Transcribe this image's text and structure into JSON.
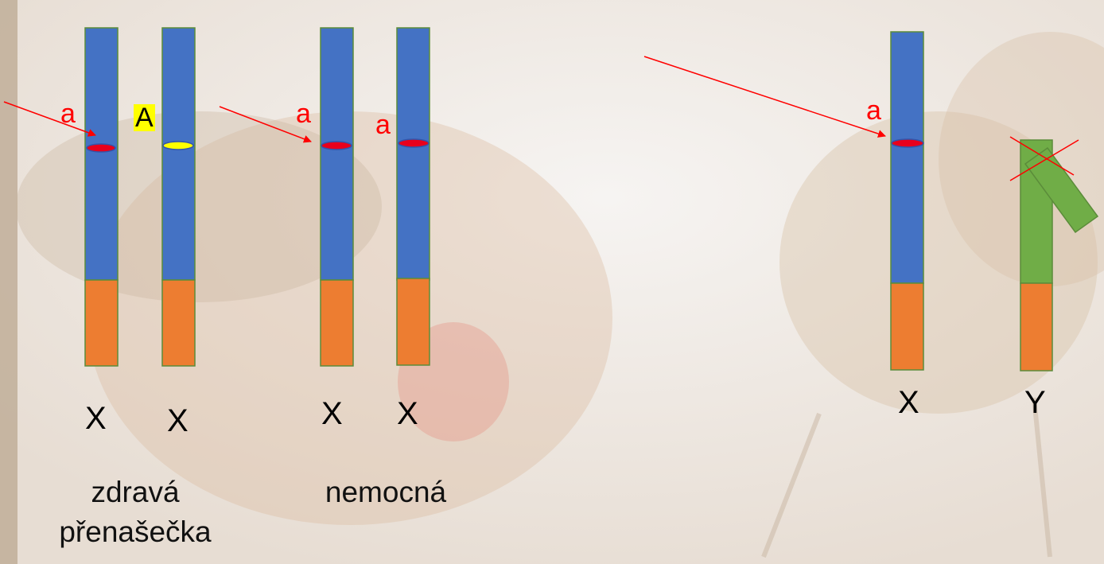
{
  "colors": {
    "chromosome_x_top": "#4472c4",
    "chromosome_bottom": "#ed7d31",
    "chromosome_y_top": "#70ad47",
    "recessive_allele": "#e8001c",
    "dominant_allele": "#ffff00",
    "arrow": "#ff0000"
  },
  "groups": [
    {
      "chromosomes": [
        {
          "label": "X",
          "allele": "a",
          "allele_type": "recessive"
        },
        {
          "label": "X",
          "allele": "A",
          "allele_type": "dominant"
        }
      ],
      "caption_line1": "zdravá",
      "caption_line2": "přenašečka"
    },
    {
      "chromosomes": [
        {
          "label": "X",
          "allele": "a",
          "allele_type": "recessive"
        },
        {
          "label": "X",
          "allele": "a",
          "allele_type": "recessive"
        }
      ],
      "caption_line1": "nemocná"
    },
    {
      "chromosomes": [
        {
          "label": "X",
          "allele": "a",
          "allele_type": "recessive"
        },
        {
          "label": "Y",
          "allele": null,
          "allele_type": "crossed-out"
        }
      ]
    }
  ]
}
